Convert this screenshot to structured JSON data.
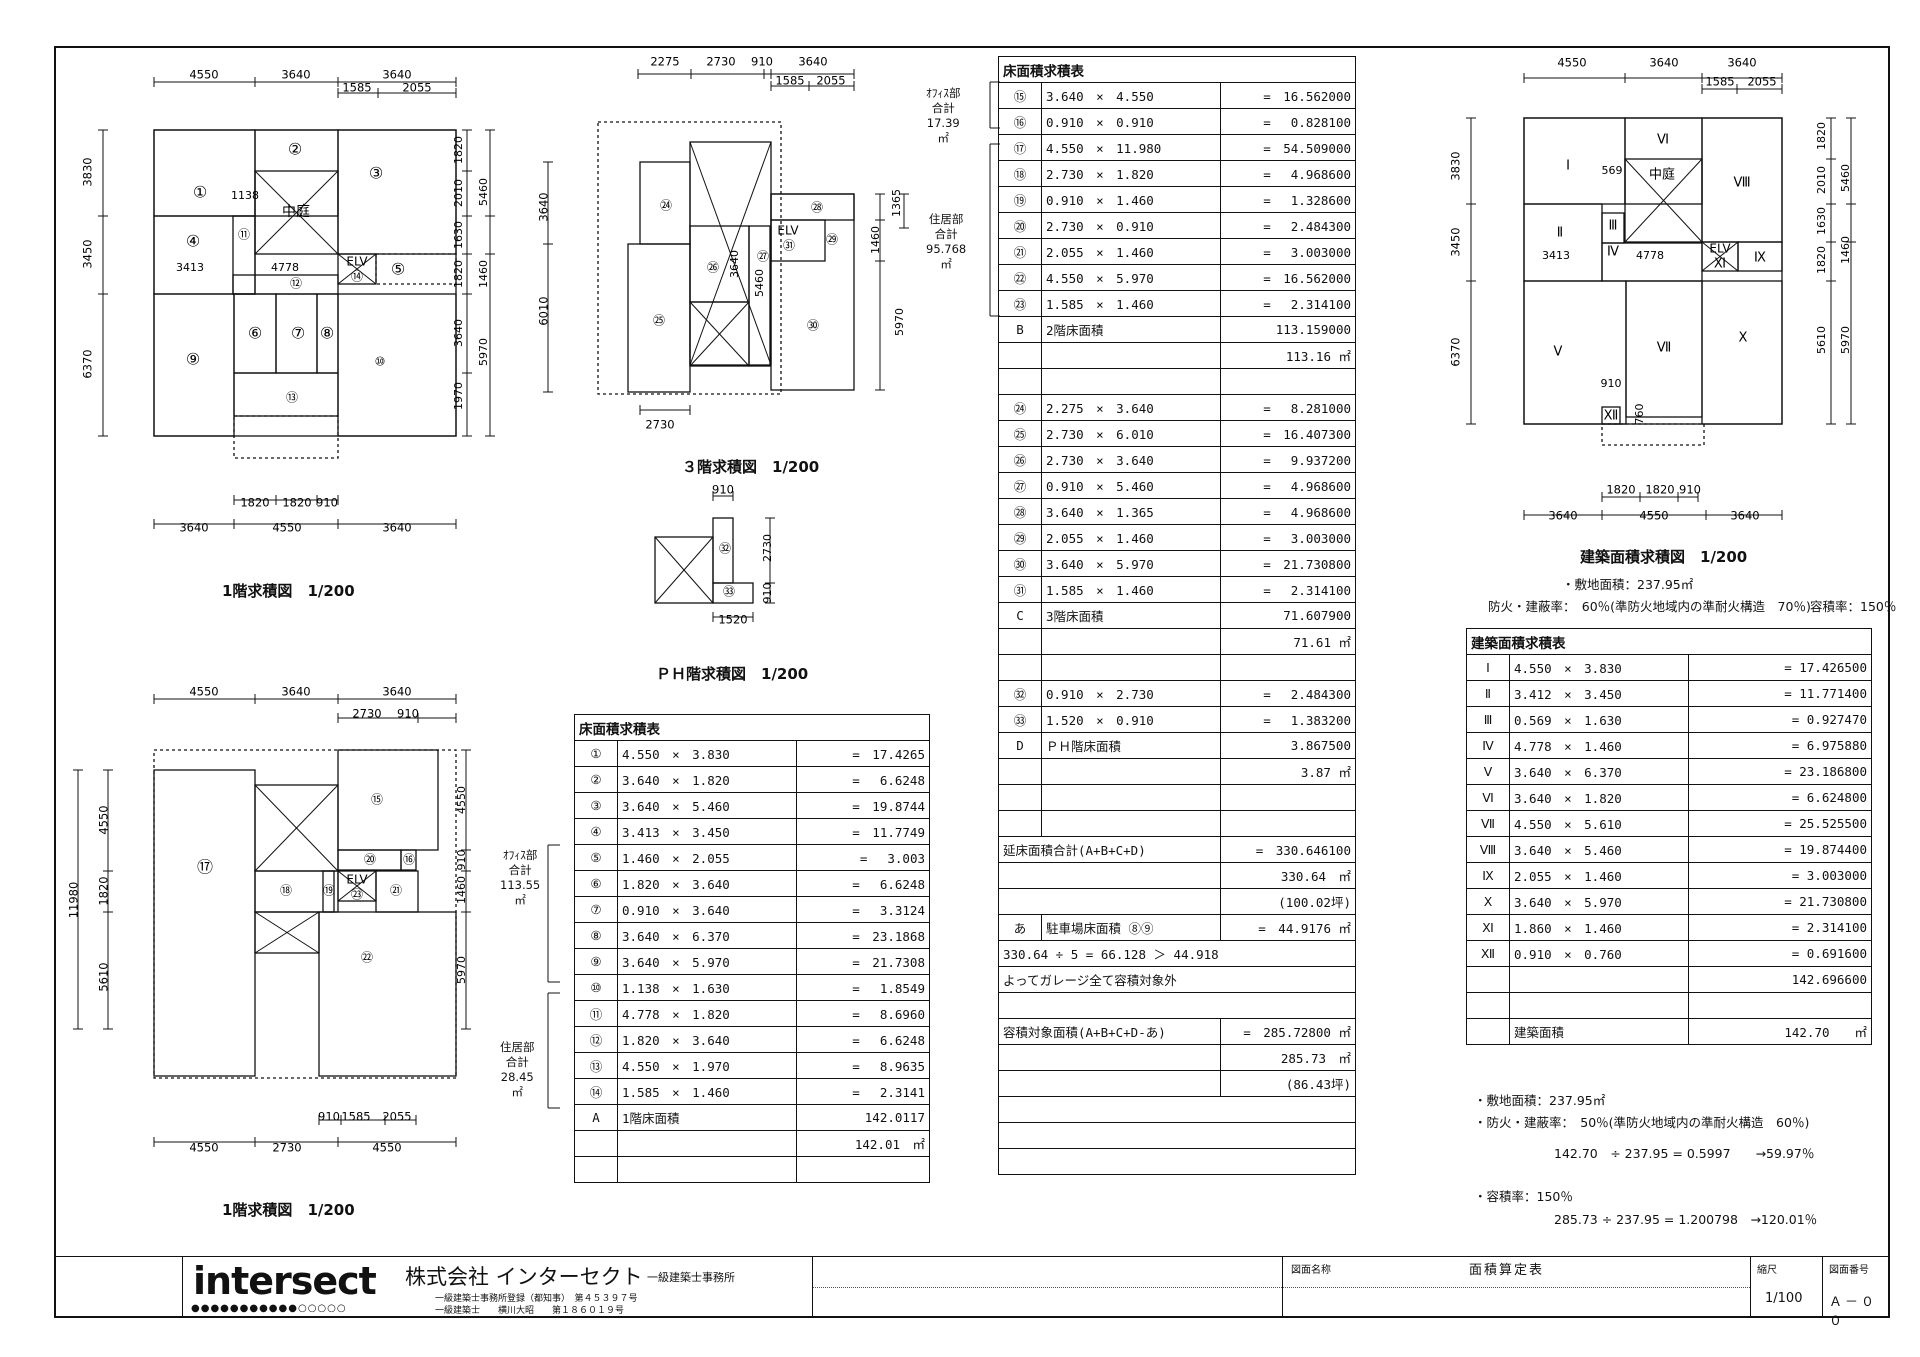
{
  "drawing_labels": {
    "floor1_upper": "1階求積図　1/200",
    "floor3": "３階求積図　1/200",
    "ph": "ＰＨ階求積図　1/200",
    "floor1_lower": "1階求積図　1/200",
    "building": "建築面積求積図　1/200"
  },
  "plan1_top": {
    "dims_top": [
      "4550",
      "3640",
      "3640"
    ],
    "dims_top_sub": [
      "1585",
      "2055"
    ],
    "dims_bottom": [
      "3640",
      "4550",
      "3640"
    ],
    "dims_bottom_sub": [
      "1820",
      "1820",
      "910"
    ],
    "dims_left": [
      "3830",
      "3450",
      "6370"
    ],
    "dims_right": [
      "1820",
      "2010",
      "1630",
      "1820",
      "3640",
      "1970"
    ],
    "dims_right_outer": [
      "5460",
      "1460",
      "5970"
    ],
    "inner": [
      "1138",
      "3413",
      "4778"
    ],
    "rooms": [
      "①",
      "②",
      "③",
      "④",
      "⑤",
      "⑥",
      "⑦",
      "⑧",
      "⑨",
      "⑩",
      "⑪",
      "⑫",
      "⑬",
      "⑭"
    ],
    "courtyard": "中庭",
    "elv": "ELV"
  },
  "plan3": {
    "dims_top": [
      "2275",
      "2730",
      "910",
      "3640"
    ],
    "dims_top_sub": [
      "1585",
      "2055"
    ],
    "dims_left": [
      "3640",
      "6010"
    ],
    "dims_right": [
      "1365",
      "1460",
      "5970"
    ],
    "inner": [
      "3640",
      "5460"
    ],
    "dims_bottom": [
      "2730"
    ],
    "rooms": [
      "㉔",
      "㉕",
      "㉖",
      "㉗",
      "㉘",
      "㉙",
      "㉚",
      "㉛"
    ],
    "elv": "ELV"
  },
  "planPH": {
    "dims_top": [
      "910"
    ],
    "dims_right": [
      "2730",
      "910"
    ],
    "dims_bottom": [
      "1520"
    ],
    "rooms": [
      "㉜",
      "㉝"
    ]
  },
  "plan1_bottom": {
    "dims_top": [
      "4550",
      "3640",
      "3640"
    ],
    "dims_top_sub": [
      "2730",
      "910"
    ],
    "dims_bottom": [
      "4550",
      "2730",
      "4550"
    ],
    "dims_bottom_sub": [
      "910",
      "1585",
      "2055"
    ],
    "dims_left": [
      "4550",
      "1820",
      "5610"
    ],
    "dims_left_outer": [
      "11980"
    ],
    "dims_right": [
      "4550",
      "910",
      "1460",
      "5970"
    ],
    "rooms": [
      "⑮",
      "⑯",
      "⑰",
      "⑱",
      "⑲",
      "⑳",
      "㉑",
      "㉒",
      "㉓"
    ],
    "elv": "ELV"
  },
  "plan_building": {
    "dims_top": [
      "4550",
      "3640",
      "3640"
    ],
    "dims_top_sub": [
      "1585",
      "2055"
    ],
    "dims_bottom": [
      "3640",
      "4550",
      "3640"
    ],
    "dims_bottom_sub": [
      "1820",
      "1820",
      "910"
    ],
    "dims_left": [
      "3830",
      "3450",
      "6370"
    ],
    "dims_right": [
      "1820",
      "2010",
      "1630",
      "1820",
      "5610"
    ],
    "dims_right_outer": [
      "5460",
      "1460",
      "5970"
    ],
    "inner": [
      "569",
      "3413",
      "4778",
      "910",
      "760"
    ],
    "rooms": [
      "Ⅰ",
      "Ⅱ",
      "Ⅲ",
      "Ⅳ",
      "Ⅴ",
      "Ⅵ",
      "Ⅶ",
      "Ⅷ",
      "Ⅸ",
      "Ⅹ",
      "Ⅺ",
      "Ⅻ"
    ],
    "courtyard": "中庭",
    "elv": "ELV"
  },
  "table1": {
    "header": "床面積求積表",
    "rows": [
      [
        "①",
        "4.550　×　3.830",
        "=　17.4265"
      ],
      [
        "②",
        "3.640　×　1.820",
        "=　 6.6248"
      ],
      [
        "③",
        "3.640　×　5.460",
        "=　19.8744"
      ],
      [
        "④",
        "3.413　×　3.450",
        "=　11.7749"
      ],
      [
        "⑤",
        "1.460　×　2.055",
        "=　 3.003"
      ],
      [
        "⑥",
        "1.820　×　3.640",
        "=　 6.6248"
      ],
      [
        "⑦",
        "0.910　×　3.640",
        "=　 3.3124"
      ],
      [
        "⑧",
        "3.640　×　6.370",
        "=　23.1868"
      ],
      [
        "⑨",
        "3.640　×　5.970",
        "=　21.7308"
      ],
      [
        "⑩",
        "1.138　×　1.630",
        "=　 1.8549"
      ],
      [
        "⑪",
        "4.778　×　1.820",
        "=　 8.6960"
      ],
      [
        "⑫",
        "1.820　×　3.640",
        "=　 6.6248"
      ],
      [
        "⑬",
        "4.550　×　1.970",
        "=　 8.9635"
      ],
      [
        "⑭",
        "1.585　×　1.460",
        "=　 2.3141"
      ]
    ],
    "sub_label": "A",
    "sub_name": "1階床面積",
    "sub_value": "142.0117",
    "sub_round": "142.01　㎡",
    "office_brace": "ｵﾌｨｽ部\n合計\n113.55\n㎡",
    "living_brace": "住居部\n合計\n28.45\n㎡"
  },
  "table2": {
    "header": "床面積求積表",
    "rowsA": [
      [
        "⑮",
        "3.640　×　4.550",
        "=　16.562000"
      ],
      [
        "⑯",
        "0.910　×　0.910",
        "=　 0.828100"
      ],
      [
        "⑰",
        "4.550　×　11.980",
        "=　54.509000"
      ],
      [
        "⑱",
        "2.730　×　1.820",
        "=　 4.968600"
      ],
      [
        "⑲",
        "0.910　×　1.460",
        "=　 1.328600"
      ],
      [
        "⑳",
        "2.730　×　0.910",
        "=　 2.484300"
      ],
      [
        "㉑",
        "2.055　×　1.460",
        "=　 3.003000"
      ],
      [
        "㉒",
        "4.550　×　5.970",
        "=　16.562000"
      ],
      [
        "㉓",
        "1.585　×　1.460",
        "=　 2.314100"
      ]
    ],
    "B_label": "B",
    "B_name": "2階床面積",
    "B_value": "113.159000",
    "B_round": "113.16 ㎡",
    "rowsC": [
      [
        "㉔",
        "2.275　×　3.640",
        "=　 8.281000"
      ],
      [
        "㉕",
        "2.730　×　6.010",
        "=　16.407300"
      ],
      [
        "㉖",
        "2.730　×　3.640",
        "=　 9.937200"
      ],
      [
        "㉗",
        "0.910　×　5.460",
        "=　 4.968600"
      ],
      [
        "㉘",
        "3.640　×　1.365",
        "=　 4.968600"
      ],
      [
        "㉙",
        "2.055　×　1.460",
        "=　 3.003000"
      ],
      [
        "㉚",
        "3.640　×　5.970",
        "=　21.730800"
      ],
      [
        "㉛",
        "1.585　×　1.460",
        "=　 2.314100"
      ]
    ],
    "C_label": "C",
    "C_name": "3階床面積",
    "C_value": "71.607900",
    "C_round": "71.61 ㎡",
    "rowsD": [
      [
        "㉜",
        "0.910　×　2.730",
        "=　 2.484300"
      ],
      [
        "㉝",
        "1.520　×　0.910",
        "=　 1.383200"
      ]
    ],
    "D_label": "D",
    "D_name": "ＰＨ階床面積",
    "D_value": "3.867500",
    "D_round": "3.87 ㎡",
    "total_name": "延床面積合計(A+B+C+D)",
    "total_value": "=　330.646100",
    "total_round": "330.64　㎡",
    "total_tsubo": "(100.02坪)",
    "garage_label": "あ",
    "garage_name": "駐車場床面積 ⑧⑨",
    "garage_value": "=　44.9176 ㎡",
    "garage_calc": "330.64 ÷ 5 = 66.128 ＞ 44.918",
    "garage_note": "よってガレージ全て容積対象外",
    "far_name": "容積対象面積(A+B+C+D-あ)",
    "far_value": "=　285.72800 ㎡",
    "far_round": "285.73　㎡",
    "far_tsubo": "(86.43坪)",
    "office_brace": "ｵﾌｨｽ部\n合計\n17.39\n㎡",
    "living_brace": "住居部\n合計\n95.768\n㎡"
  },
  "table3": {
    "header": "建築面積求積表",
    "rows": [
      [
        "Ⅰ",
        "4.550　×　3.830",
        "= 17.426500"
      ],
      [
        "Ⅱ",
        "3.412　×　3.450",
        "= 11.771400"
      ],
      [
        "Ⅲ",
        "0.569　×　1.630",
        "=  0.927470"
      ],
      [
        "Ⅳ",
        "4.778　×　1.460",
        "=  6.975880"
      ],
      [
        "Ⅴ",
        "3.640　×　6.370",
        "= 23.186800"
      ],
      [
        "Ⅵ",
        "3.640　×　1.820",
        "=  6.624800"
      ],
      [
        "Ⅶ",
        "4.550　×　5.610",
        "= 25.525500"
      ],
      [
        "Ⅷ",
        "3.640　×　5.460",
        "= 19.874400"
      ],
      [
        "Ⅸ",
        "2.055　×　1.460",
        "=  3.003000"
      ],
      [
        "Ⅹ",
        "3.640　×　5.970",
        "= 21.730800"
      ],
      [
        "Ⅺ",
        "1.860　×　1.460",
        "=  2.314100"
      ],
      [
        "Ⅻ",
        "0.910　×　0.760",
        "=  0.691600"
      ]
    ],
    "sum": "142.696600",
    "total_name": "建築面積",
    "total_value": "142.70　　㎡"
  },
  "notes_top": {
    "site": "・敷地面積：237.95㎡",
    "coverage": "防火・建蔽率：　60％(準防火地域内の準耐火構造　70％)",
    "far": "容積率：150％"
  },
  "notes_bottom": {
    "site": "・敷地面積：237.95㎡",
    "coverage": "・防火・建蔽率：　50％(準防火地域内の準耐火構造　60％)",
    "coverage_calc": "142.70　÷ 237.95 = 0.5997　　→59.97％",
    "far": "・容積率：150％",
    "far_calc": "285.73 ÷ 237.95 = 1.200798　→120.01％"
  },
  "titleblock": {
    "logo": "intersect",
    "company": "株式会社 インターセクト",
    "office": "一級建築士事務所",
    "reg1": "一級建築士事務所登録（都知事）　第４５３９７号",
    "reg2": "一級建築士　　横川大昭　　第１８６０１９号",
    "drawing_name_label": "図面名称",
    "drawing_name": "面積算定表",
    "scale_label": "縮尺",
    "scale": "1/100",
    "number_label": "図面番号",
    "number": "Ａ－００"
  }
}
